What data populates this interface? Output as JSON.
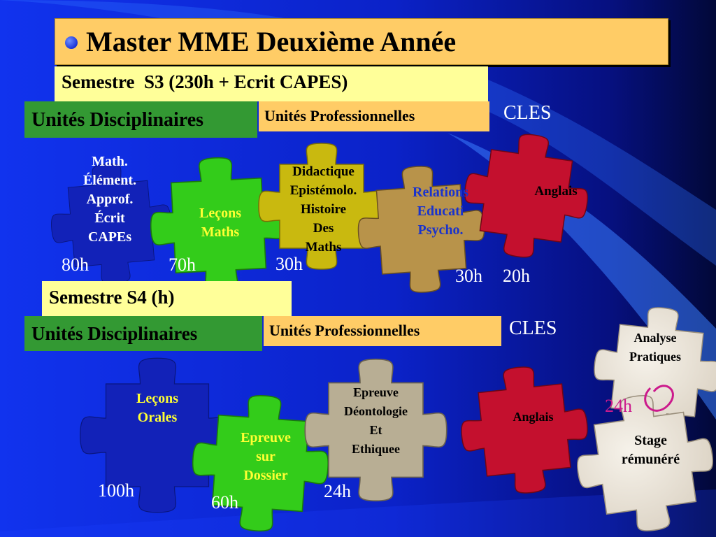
{
  "title": "Master MME Deuxième Année",
  "s3": {
    "label": "Semestre  S3 (230h + Ecrit CAPES)",
    "disciplinaires": "Unités Disciplinaires",
    "professionnelles": "Unités Professionnelles",
    "cles": "CLES",
    "pieces": {
      "math": "Math.\nÉlément.\nApprof.\nÉcrit\nCAPEs",
      "lecons": "Leçons\nMaths",
      "didactique": "Didactique\nEpistémolo.\nHistoire\nDes\nMaths",
      "relations": "Relations\nEducati\nPsycho.",
      "anglais": "Anglais"
    },
    "hours": {
      "math": "80h",
      "lecons": "70h",
      "didactique": "30h",
      "relations": "30h",
      "anglais": "20h"
    }
  },
  "s4": {
    "label": "Semestre S4 (h)",
    "disciplinaires": "Unités Disciplinaires",
    "professionnelles": "Unités Professionnelles",
    "cles": "CLES",
    "pieces": {
      "lecons_orales": "Leçons\nOrales",
      "dossier": "Epreuve\nsur\nDossier",
      "deontologie": "Epreuve\nDéontologie\nEt\nEthiquee",
      "anglais": "Anglais",
      "analyse": "Analyse\nPratiques",
      "stage": "Stage\nrémunéré"
    },
    "hours": {
      "lecons_orales": "100h",
      "dossier": "60h",
      "deontologie": "24h",
      "analyse": "24h"
    }
  },
  "colors": {
    "title_bg": "#ffcc66",
    "semester_bg": "#ffff99",
    "disciplinaires_bg": "#339933",
    "piece_green": "#33cc1a",
    "piece_olive": "#c9b90f",
    "piece_tan": "#b8934a",
    "piece_red": "#c4102e",
    "piece_gray": "#b8ae94",
    "piece_stone": "#ece6dc",
    "label_yellow": "#ffff33",
    "label_blue": "#1a33cc",
    "label_magenta": "#cc1a8c"
  }
}
